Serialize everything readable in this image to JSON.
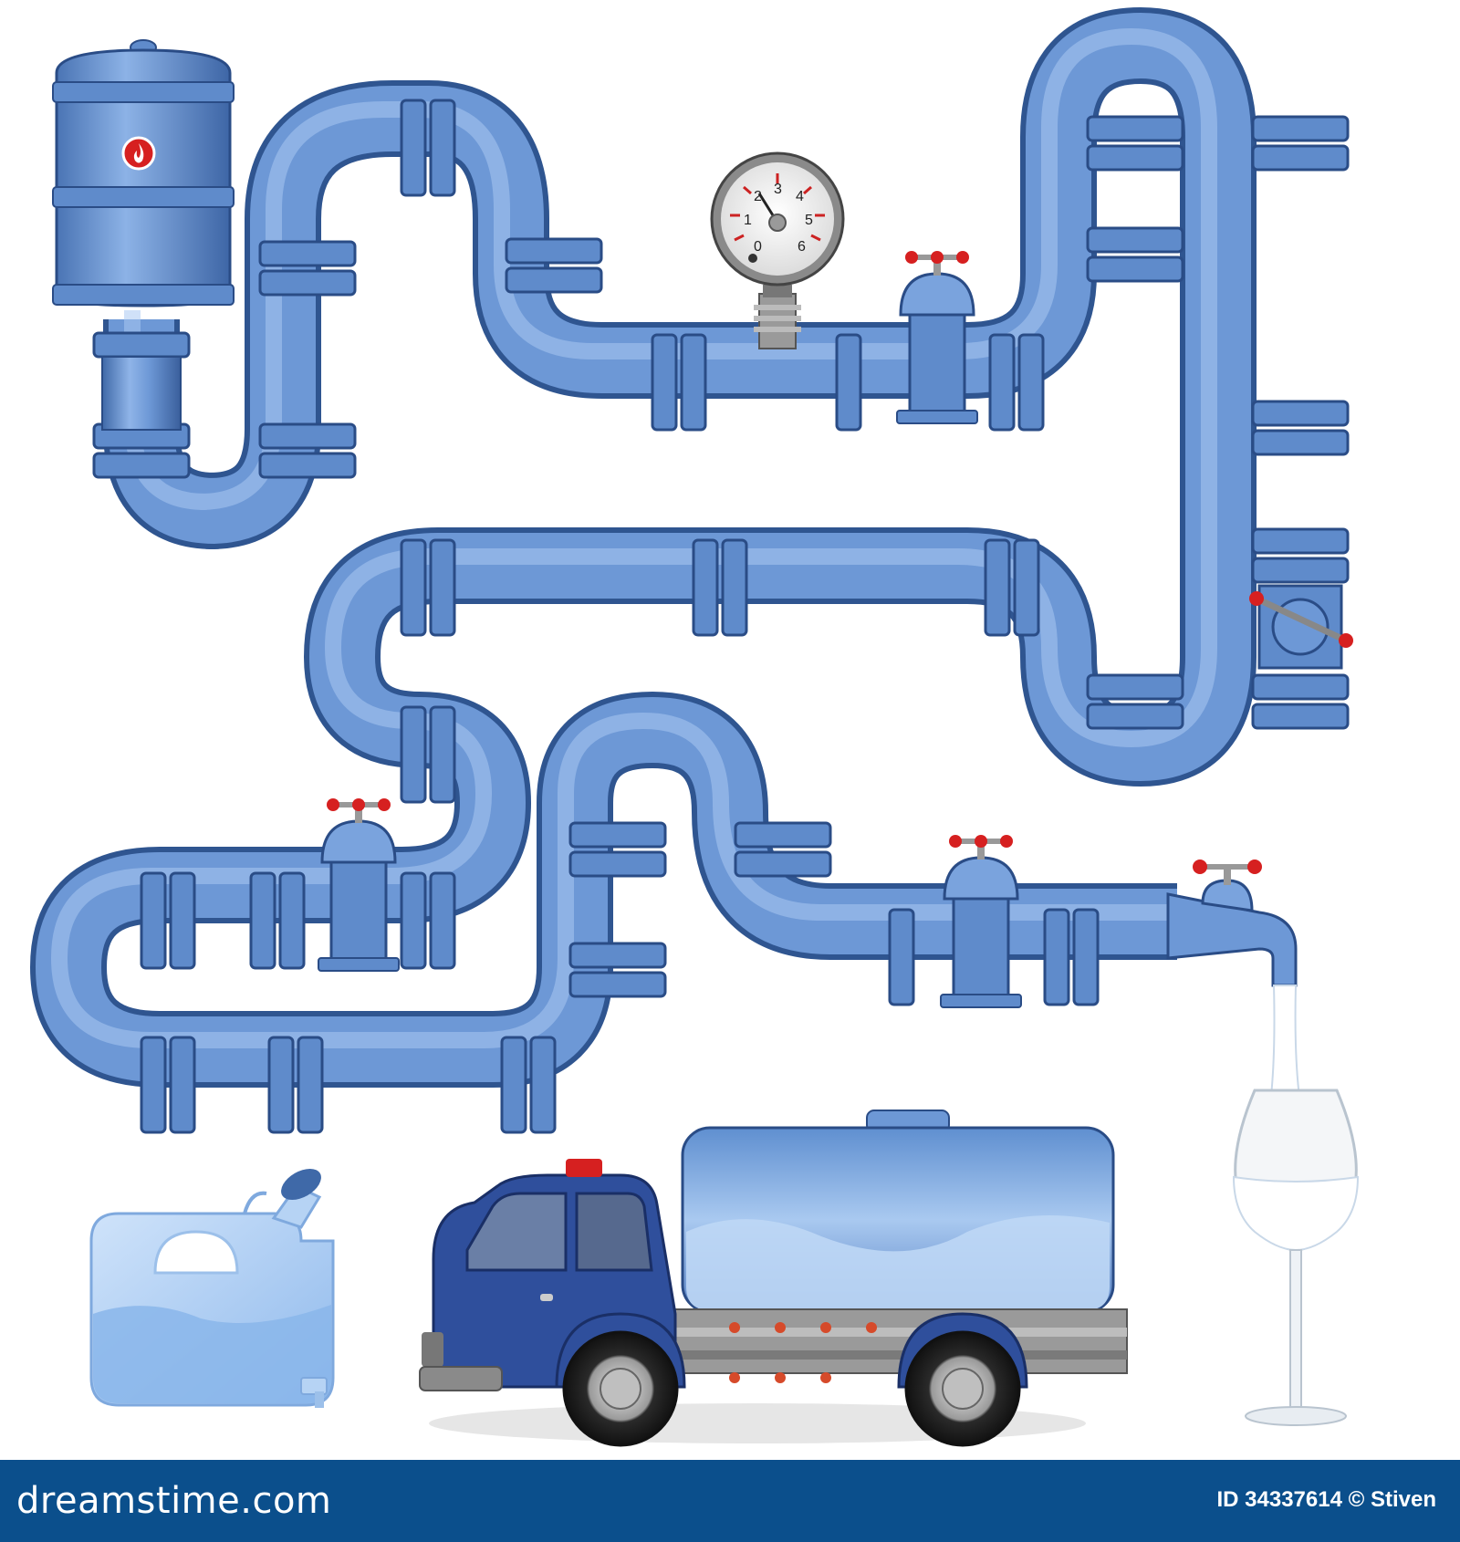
{
  "colors": {
    "pipe": "#6d98d6",
    "pipe_dark": "#3f69a8",
    "flange": "#5f8bcb",
    "flange_dark": "#2f5590",
    "water": "#9ec7f0",
    "truck_cab": "#2f4f9c",
    "valve_red": "#d62020",
    "footer": "#0b4f8c"
  },
  "icons": {
    "tank_badge": "flame-icon",
    "gauge": "pressure-gauge-icon",
    "valve": "valve-wheel-icon",
    "faucet": "faucet-icon",
    "canister": "water-canister-icon",
    "truck": "tanker-truck-icon",
    "glass": "wine-glass-icon"
  },
  "gauge": {
    "scale": [
      "0",
      "1",
      "2",
      "3",
      "4",
      "5",
      "6"
    ]
  },
  "footer": {
    "logo": "dreamstime.com",
    "id_text": "ID 34337614 © Stiven"
  }
}
